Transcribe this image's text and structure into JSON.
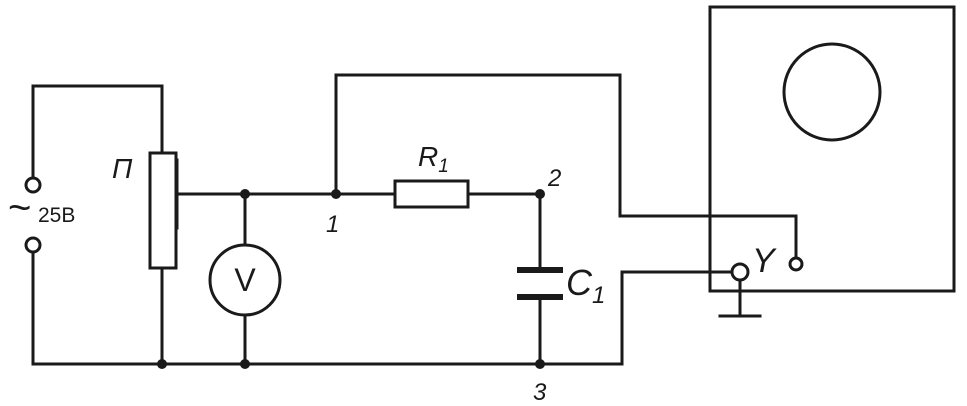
{
  "source": {
    "tilde": "~",
    "voltage": "25В"
  },
  "potentiometer": {
    "label": "П"
  },
  "voltmeter": {
    "label": "V"
  },
  "resistor": {
    "letter": "R",
    "sub": "1"
  },
  "capacitor": {
    "letter": "C",
    "sub": "1"
  },
  "nodes": {
    "n1": "1",
    "n2": "2",
    "n3": "3"
  },
  "oscilloscope": {
    "input_label": "Y"
  },
  "colors": {
    "line": "#1a1a1a",
    "background": "#ffffff"
  }
}
